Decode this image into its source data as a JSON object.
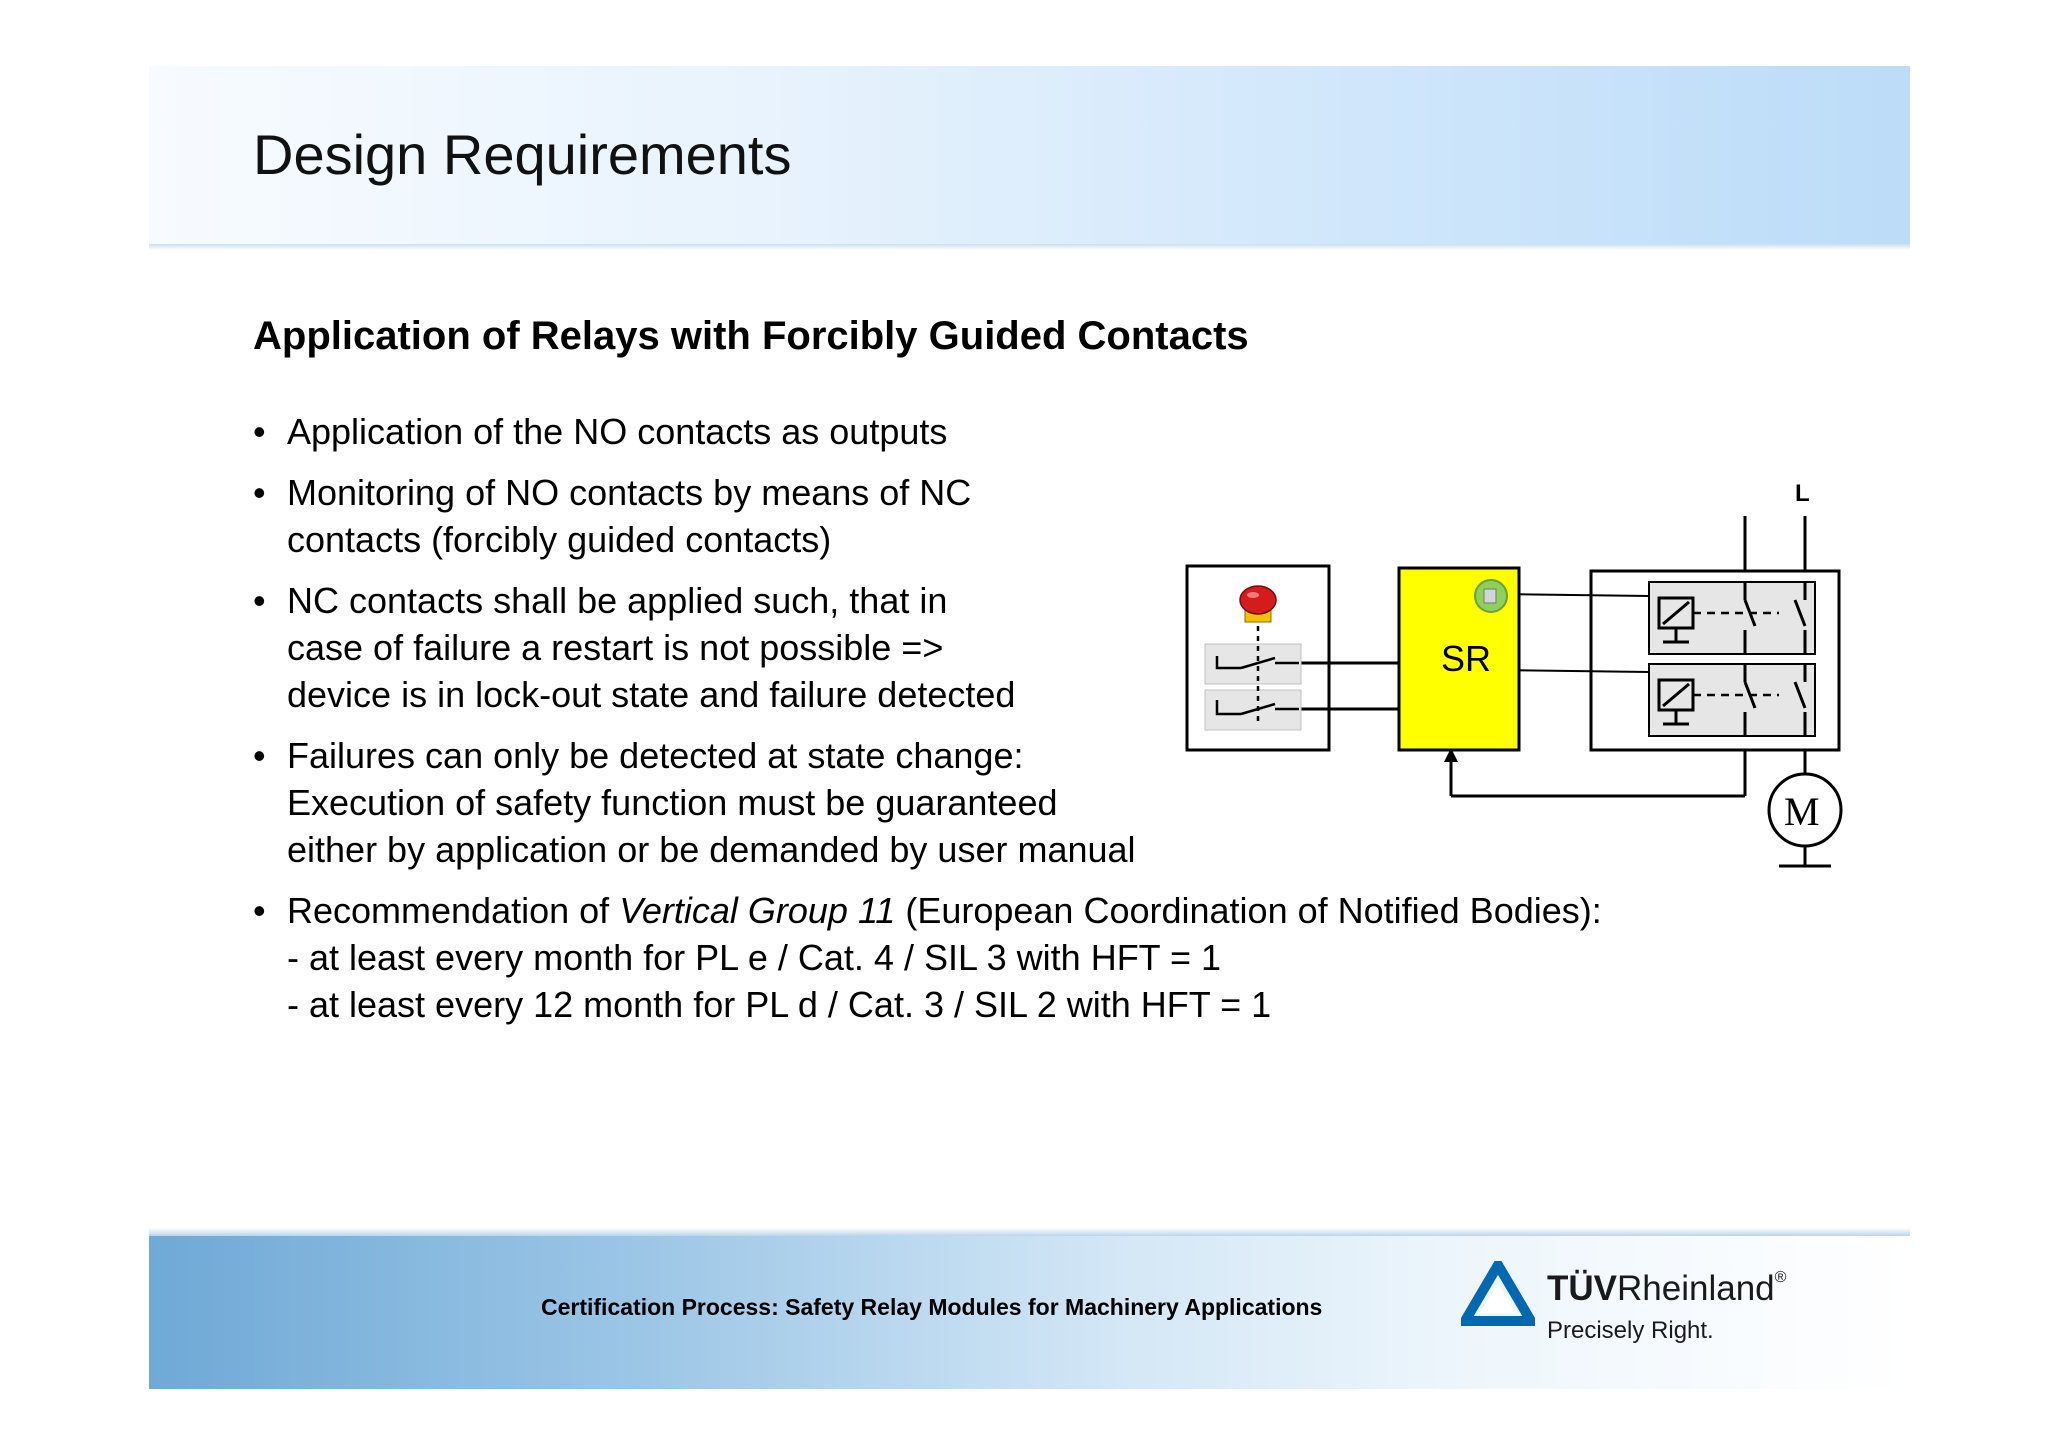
{
  "header": {
    "title": "Design Requirements"
  },
  "content": {
    "subtitle": "Application of Relays with Forcibly Guided Contacts",
    "bullet_char": "•",
    "bullets": [
      {
        "lines": [
          "Application of the NO contacts as outputs"
        ]
      },
      {
        "lines": [
          "Monitoring of NO contacts by means of NC",
          "contacts (forcibly guided contacts)"
        ]
      },
      {
        "lines": [
          "NC contacts shall be applied such, that in",
          "case of failure a restart is not possible =>",
          "device is in lock-out state and failure detected"
        ]
      },
      {
        "lines": [
          "Failures can only be detected at state change:",
          "Execution of safety function must be guaranteed",
          "either by application or be demanded by user manual"
        ]
      },
      {
        "line1_before": "Recommendation of ",
        "line1_italic": "Vertical Group 11",
        "line1_after": " (European Coordination of Notified Bodies):",
        "lines": [
          "- at least every month for PL e / Cat. 4 / SIL 3 with HFT = 1",
          "- at least every 12 month for PL d / Cat. 3 / SIL 2 with HFT = 1"
        ]
      }
    ]
  },
  "diagram": {
    "supply_label": "L",
    "relay_module_label": "SR",
    "motor_label": "M",
    "colors": {
      "relay_module_fill": "#ffff00",
      "line": "#000000",
      "relay_box_fill": "#e6e6e6",
      "estop_red": "#d51c1c",
      "estop_yellow": "#f2c200"
    }
  },
  "footer": {
    "text": "Certification Process: Safety Relay Modules for Machinery Applications",
    "logo_brand_bold": "TÜV",
    "logo_brand_regular": "Rheinland",
    "logo_registered": "®",
    "logo_tagline": "Precisely Right.",
    "logo_color": "#0067b1"
  }
}
